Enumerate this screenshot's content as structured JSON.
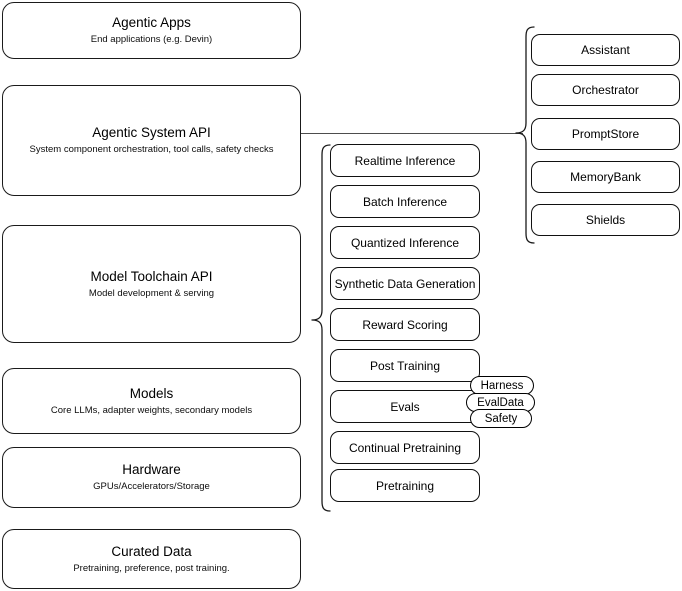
{
  "diagram": {
    "title": "AI stack layers diagram",
    "stack_layers": [
      {
        "name": "Agentic Apps",
        "subtitle": "End applications (e.g. Devin)"
      },
      {
        "name": "Agentic System API",
        "subtitle": "System component orchestration, tool calls, safety checks"
      },
      {
        "name": "Model Toolchain API",
        "subtitle": "Model development & serving"
      },
      {
        "name": "Models",
        "subtitle": "Core LLMs, adapter weights, secondary models"
      },
      {
        "name": "Hardware",
        "subtitle": "GPUs/Accelerators/Storage"
      },
      {
        "name": "Curated Data",
        "subtitle": "Pretraining, preference, post training."
      }
    ],
    "toolchain_capabilities": [
      {
        "label": "Realtime Inference"
      },
      {
        "label": "Batch Inference"
      },
      {
        "label": "Quantized Inference"
      },
      {
        "label": "Synthetic Data Generation"
      },
      {
        "label": "Reward Scoring"
      },
      {
        "label": "Post Training"
      },
      {
        "label": "Evals"
      },
      {
        "label": "Continual Pretraining"
      },
      {
        "label": "Pretraining"
      }
    ],
    "evals_badges": [
      {
        "label": "Harness"
      },
      {
        "label": "EvalData"
      },
      {
        "label": "Safety"
      }
    ],
    "agentic_components": [
      {
        "label": "Assistant"
      },
      {
        "label": "Orchestrator"
      },
      {
        "label": "PromptStore"
      },
      {
        "label": "MemoryBank"
      },
      {
        "label": "Shields"
      }
    ],
    "colors": {
      "stroke": "#1a1a1a",
      "background": "#ffffff",
      "connector": "#4d4d4d"
    }
  }
}
